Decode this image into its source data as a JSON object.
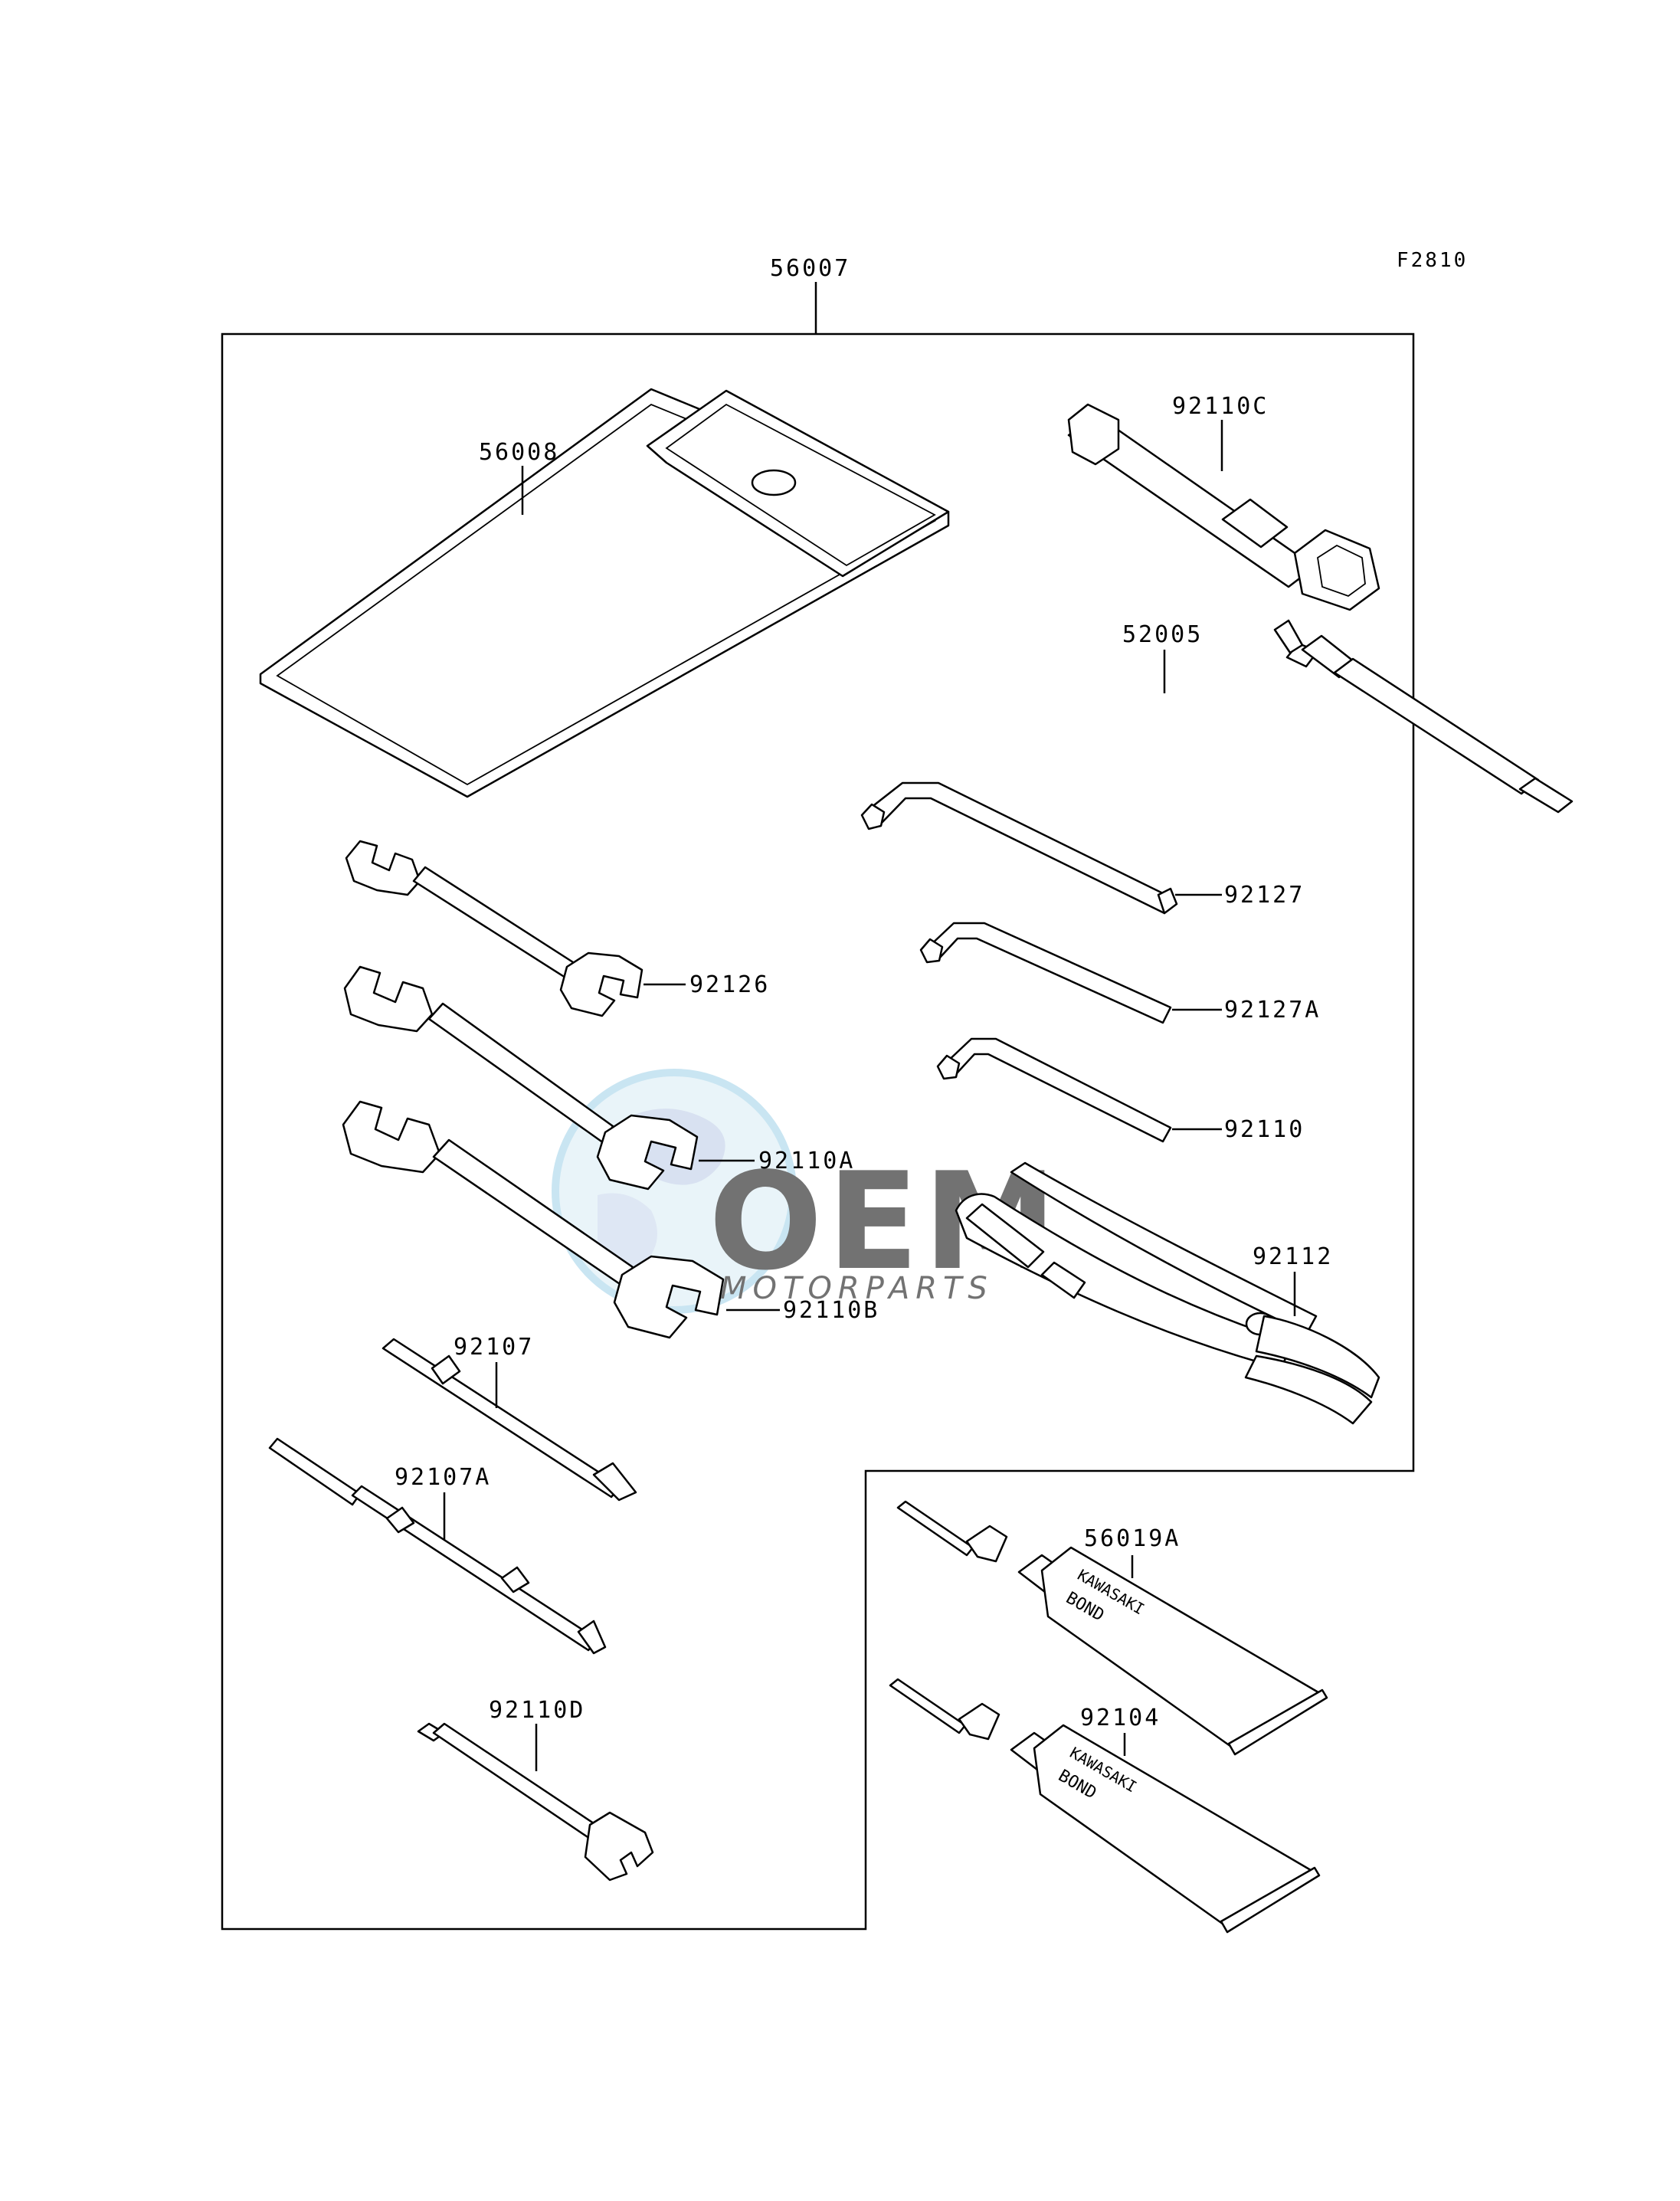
{
  "figure_code": "F2810",
  "callouts": {
    "kit": "56007",
    "pouch": "56008",
    "plug_wrench": "92110C",
    "spoke_driver": "52005",
    "hex_key_large": "92127",
    "hex_key_medium": "92127A",
    "hex_key_small": "92110",
    "wrench_small": "92126",
    "wrench_medium": "92110A",
    "wrench_large": "92110B",
    "pliers": "92112",
    "driver_bit": "92107",
    "driver_handle": "92107A",
    "spoke_wrench": "92110D",
    "bond_a": "56019A",
    "bond_b": "92104"
  },
  "tube_text": {
    "line1": "KAWASAKI",
    "line2": "BOND"
  },
  "watermark": {
    "brand": "OEM",
    "tagline": "MOTORPARTS"
  }
}
